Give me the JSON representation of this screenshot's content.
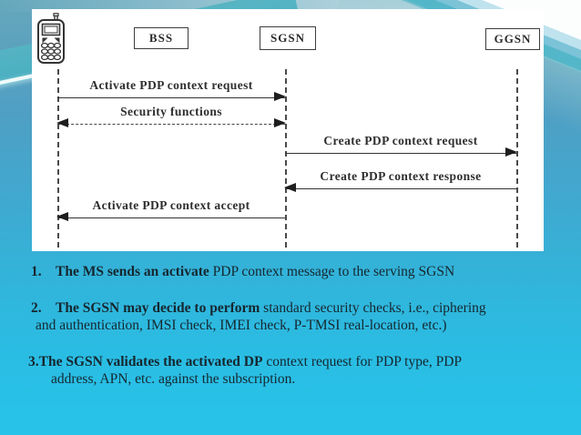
{
  "diagram": {
    "entities": [
      {
        "label": "BSS"
      },
      {
        "label": "SGSN"
      },
      {
        "label": "GGSN"
      }
    ],
    "mobile_station_icon": "mobile-phone-icon",
    "messages": [
      {
        "label": "Activate PDP context request",
        "from": "MS",
        "to": "SGSN",
        "line": "solid",
        "direction": "right"
      },
      {
        "label": "Security functions",
        "from": "MS",
        "to": "SGSN",
        "line": "dashed",
        "direction": "both"
      },
      {
        "label": "Create PDP context request",
        "from": "SGSN",
        "to": "GGSN",
        "line": "solid",
        "direction": "right"
      },
      {
        "label": "Create PDP context response",
        "from": "GGSN",
        "to": "SGSN",
        "line": "solid",
        "direction": "left"
      },
      {
        "label": "Activate PDP context accept",
        "from": "SGSN",
        "to": "MS",
        "line": "solid",
        "direction": "left"
      }
    ]
  },
  "notes": [
    {
      "number": "1.",
      "lines": [
        {
          "segments": [
            {
              "text": "The MS sends an activate",
              "bold": true
            },
            {
              "text": " PDP context message to the serving SGSN",
              "bold": false
            }
          ]
        }
      ]
    },
    {
      "number": "2.",
      "lines": [
        {
          "segments": [
            {
              "text": "The SGSN may decide to perform",
              "bold": true
            },
            {
              "text": " standard security checks, i.e., ciphering",
              "bold": false
            }
          ]
        },
        {
          "segments": [
            {
              "text": "and authentication, IMSI check, IMEI check, P-TMSI real-location, etc.)",
              "bold": false
            }
          ]
        }
      ]
    },
    {
      "number": "3.",
      "lines": [
        {
          "segments": [
            {
              "text": "The SGSN validates the activated DP",
              "bold": true
            },
            {
              "text": " context request for PDP type, PDP",
              "bold": false
            }
          ]
        },
        {
          "segments": [
            {
              "text": "address, APN, etc. against the subscription.",
              "bold": false
            }
          ]
        }
      ]
    }
  ],
  "colors": {
    "background_top": "#66a8bc",
    "background_bottom": "#28c3e9",
    "panel_background": "#ffffff",
    "diagram_ink": "#333333",
    "notes_text": "#16272f"
  }
}
